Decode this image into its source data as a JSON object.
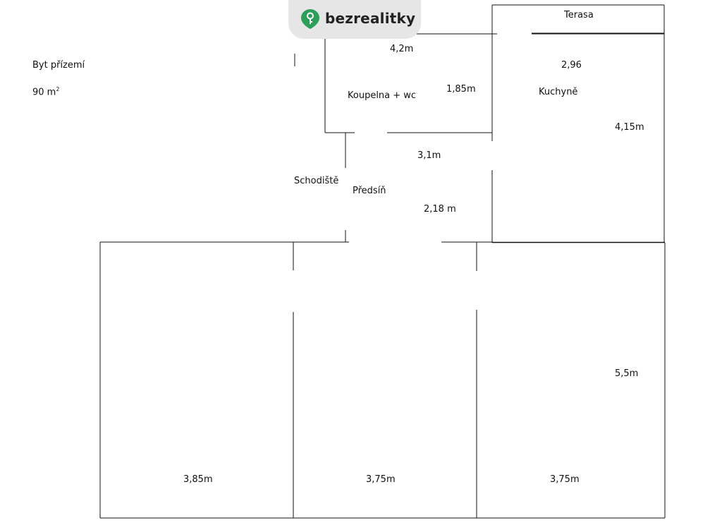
{
  "logo": {
    "text": "bezrealitky",
    "icon": "location-pin-key-icon",
    "pin_color": "#2e9e5b",
    "badge_color": "#e6e6e6"
  },
  "info": {
    "title": "Byt přízemí",
    "area_value": "90 m",
    "area_unit_sup": "2"
  },
  "rooms": {
    "terasa": "Terasa",
    "koupelna": "Koupelna + wc",
    "kuchyne": "Kuchyně",
    "schodiste": "Schodiště",
    "predsin": "Předsíň"
  },
  "dimensions": {
    "koupelna_width": "4,2m",
    "koupelna_depth": "1,85m",
    "kuchyne_width": "2,96",
    "kuchyne_depth": "4,15m",
    "predsin_width": "3,1m",
    "predsin_depth": "2,18 m",
    "room_right_depth": "5,5m",
    "room_left_width": "3,85m",
    "room_middle_width": "3,75m",
    "room_right_width": "3,75m"
  }
}
